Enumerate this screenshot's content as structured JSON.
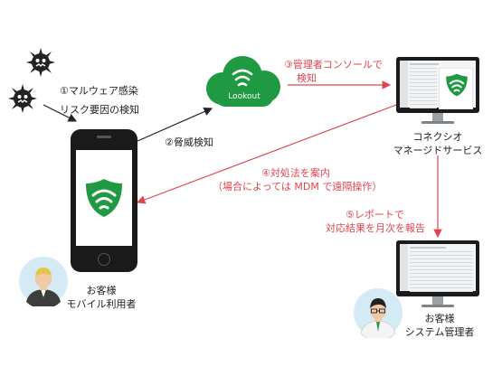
{
  "steps": {
    "step1": {
      "line1": "①マルウェア感染",
      "line2": "リスク要因の検知"
    },
    "step2": {
      "text": "②脅威検知"
    },
    "step3": {
      "line1": "③管理者コンソールで",
      "line2": "検知"
    },
    "step4": {
      "line1": "④対処法を案内",
      "line2": "（場合によっては MDM で遠隔操作）"
    },
    "step5": {
      "line1": "⑤レポートで",
      "line2": "対応結果を月次を報告"
    }
  },
  "nodes": {
    "cloud_label": "Lookout",
    "service": {
      "line1": "コネクシオ",
      "line2": "マネージドサービス"
    },
    "mobile_user": {
      "line1": "お客様",
      "line2": "モバイル利用者"
    },
    "sys_admin": {
      "line1": "お客様",
      "line2": "システム管理者"
    }
  },
  "colors": {
    "lookout_green": "#1f9a43",
    "arrow_red": "#e0454f",
    "arrow_black": "#222222"
  },
  "icons": [
    "virus-icon",
    "lookout-shield-icon",
    "smartphone-icon",
    "monitor-icon",
    "user-avatar-icon"
  ]
}
